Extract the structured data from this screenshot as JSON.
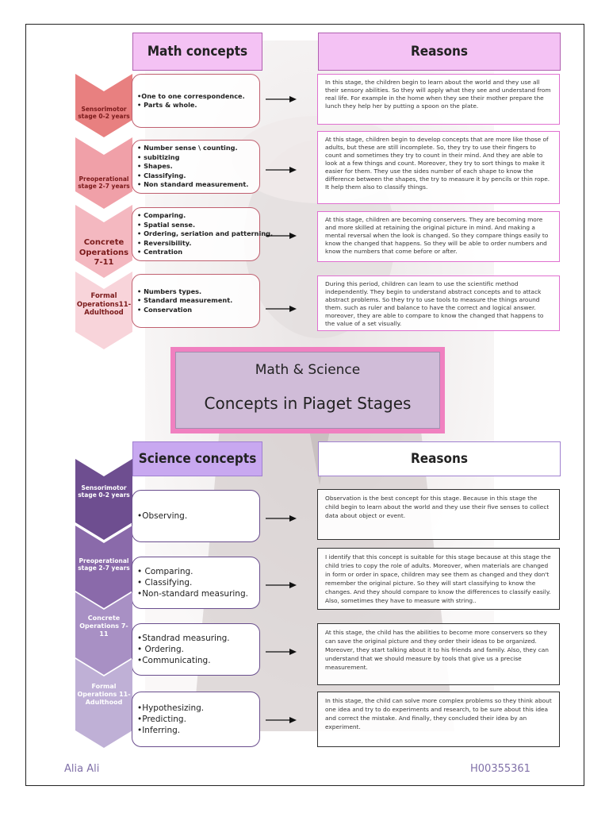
{
  "headers": {
    "math_concepts": "Math concepts",
    "reasons_top": "Reasons",
    "science_concepts": "Science concepts",
    "reasons_bottom": "Reasons"
  },
  "title": {
    "line1": "Math & Science",
    "line2": "Concepts in Piaget Stages"
  },
  "math_stages": [
    {
      "label": "Sensorimotor stage 0-2 years",
      "items": [
        "•One to one correspondence.",
        "• Parts & whole."
      ],
      "reason": "In this stage, the children begin to learn about the world and they use all their sensory abilities. So they will apply what they see and understand from real life. For example in the home when they see their mother prepare the lunch they help her by putting a spoon on the plate."
    },
    {
      "label": "Preoperational stage 2-7 years",
      "items": [
        "• Number sense \\ counting.",
        "• subitizing",
        "• Shapes.",
        "• Classifying.",
        "• Non standard measurement."
      ],
      "reason": "At this stage, children begin to develop concepts that are more like those of adults, but these are still incomplete. So, they try to use their fingers to count and sometimes they try to count in their mind. And they are able to look at a few things and count. Moreover, they try to sort things to make it easier for them. They use the sides number of each shape to know the difference between the shapes, the try to measure it by pencils or thin rope. It help them also to classify things."
    },
    {
      "label": "Concrete Operations 7-11",
      "items": [
        "• Comparing.",
        "• Spatial sense.",
        "• Ordering, seriation and patterning.",
        "• Reversibility.",
        "• Centration"
      ],
      "reason": "At this stage, children are becoming conservers. They are becoming more and more skilled at retaining the original picture in mind. And making a mental reversal when the look is changed. So they compare things easily to know the changed that happens. So they will be able to order numbers and know the numbers that come before or after."
    },
    {
      "label": "Formal Operations11-Adulthood",
      "items": [
        "• Numbers types.",
        "• Standard measurement.",
        "• Conservation"
      ],
      "reason": "During this period, children can learn to use the scientific method independently. They begin to understand abstract concepts and to attack abstract problems. So they try to use tools to measure the things around them. such as ruler and balance to have the correct and logical answer. moreover, they are able to compare to know the changed that happens to the value of a set visually."
    }
  ],
  "science_stages": [
    {
      "label": "Sensorimotor stage 0-2 years",
      "items": [
        "•Observing."
      ],
      "reason": "Observation is the best concept for this stage. Because in this stage the child begin to learn about the world and they use their five senses to collect data about object or event."
    },
    {
      "label": "Preoperational stage 2-7 years",
      "items": [
        "• Comparing.",
        "• Classifying.",
        "•Non-standard measuring."
      ],
      "reason": "I identify that this concept is suitable for this stage because at this stage the child tries to copy the role of adults. Moreover, when materials are changed in form or order in space, children may see them as changed and they don't remember the original picture. So they will start classifying to know the changes. And they should compare to know the differences to classify easily. Also, sometimes they have to measure with string.."
    },
    {
      "label": "Concrete Operations 7-11",
      "items": [
        "•Standrad measuring.",
        "• Ordering.",
        "•Communicating."
      ],
      "reason": "At this stage, the child has the abilities to become more conservers so they can save the original picture and they order their ideas to be organized. Moreover, they start talking about it to his friends and family. Also, they can understand that we should measure by tools that give us a precise measurement."
    },
    {
      "label": "Formal Operations 11-Adulthood",
      "items": [
        "•Hypothesizing.",
        "•Predicting.",
        "•Inferring."
      ],
      "reason": "In this stage, the child can solve more complex problems so they think about one idea and try to do experiments and research, to be sure about this idea and correct the mistake. And finally, they concluded their idea by an experiment."
    }
  ],
  "footer": {
    "author": "Alia Ali",
    "student_id": "H00355361"
  },
  "colors": {
    "math_header": "#f4c2f4",
    "science_header": "#c8a8f0",
    "math_chevron": "#f0a0a8",
    "science_chevron": "#7a5a9a",
    "title_border": "#f080c0"
  }
}
